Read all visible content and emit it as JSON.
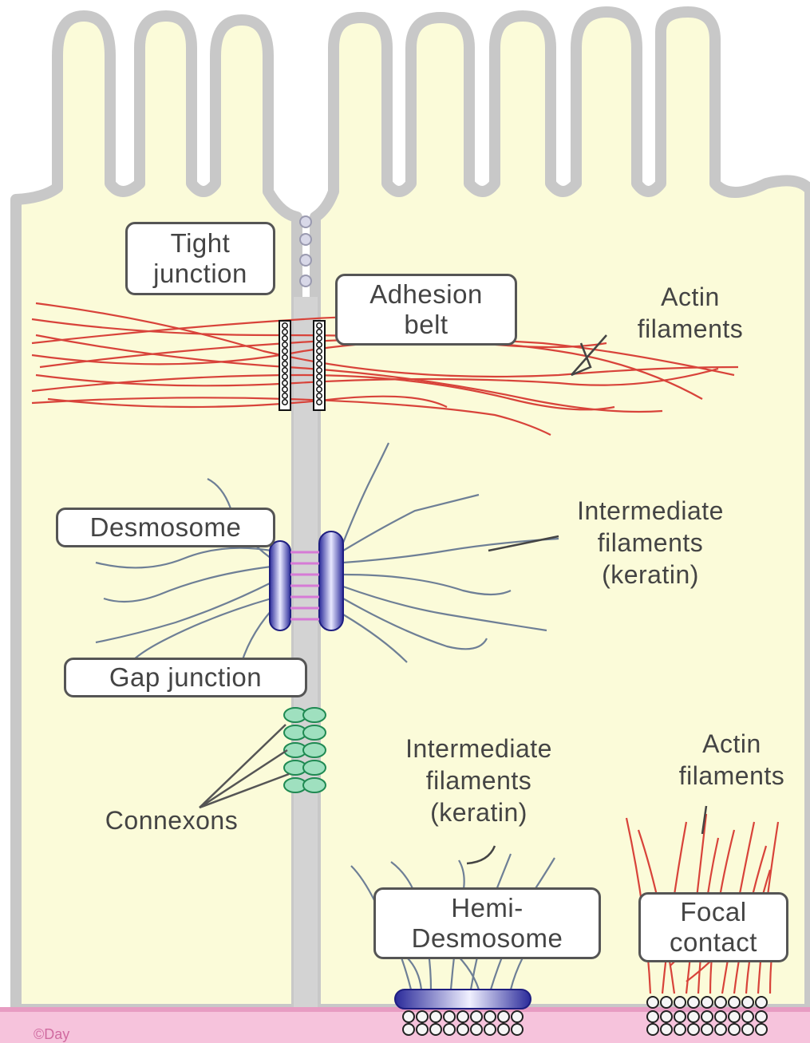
{
  "labels": {
    "tight_junction": [
      "Tight",
      "junction"
    ],
    "adhesion_belt": [
      "Adhesion",
      "belt"
    ],
    "actin_filaments_top": [
      "Actin",
      "filaments"
    ],
    "desmosome": "Desmosome",
    "intermediate_filaments_right": [
      "Intermediate",
      "filaments",
      "(keratin)"
    ],
    "gap_junction": "Gap junction",
    "connexons": "Connexons",
    "intermediate_filaments_bottom": [
      "Intermediate",
      "filaments",
      "(keratin)"
    ],
    "actin_filaments_bottom": [
      "Actin",
      "filaments"
    ],
    "hemi_desmosome": [
      "Hemi-",
      "Desmosome"
    ],
    "focal_contact": [
      "Focal",
      "contact"
    ],
    "credit": "©Day"
  },
  "colors": {
    "cytoplasm": "#fbfbd9",
    "membrane": "#c8c8c8",
    "actin": "#d8433a",
    "keratin": "#6e7f96",
    "plaque": "#4848c8",
    "connexon": "#3aa86a",
    "basal_lamina": "#f3b6d3"
  }
}
